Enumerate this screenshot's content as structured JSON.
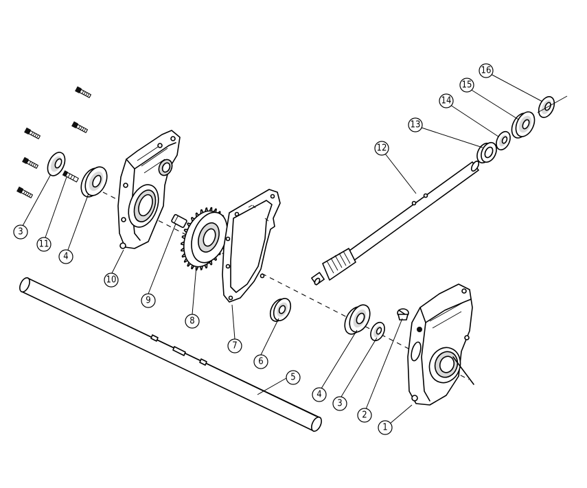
{
  "callouts": [
    {
      "id": "c1",
      "label": "1"
    },
    {
      "id": "c2",
      "label": "2"
    },
    {
      "id": "c3a",
      "label": "3"
    },
    {
      "id": "c3b",
      "label": "3"
    },
    {
      "id": "c4a",
      "label": "4"
    },
    {
      "id": "c4b",
      "label": "4"
    },
    {
      "id": "c5",
      "label": "5"
    },
    {
      "id": "c6",
      "label": "6"
    },
    {
      "id": "c7",
      "label": "7"
    },
    {
      "id": "c8",
      "label": "8"
    },
    {
      "id": "c9",
      "label": "9"
    },
    {
      "id": "c10",
      "label": "10"
    },
    {
      "id": "c11",
      "label": "11"
    },
    {
      "id": "c12",
      "label": "12"
    },
    {
      "id": "c13",
      "label": "13"
    },
    {
      "id": "c14",
      "label": "14"
    },
    {
      "id": "c15",
      "label": "15"
    },
    {
      "id": "c16",
      "label": "16"
    }
  ]
}
